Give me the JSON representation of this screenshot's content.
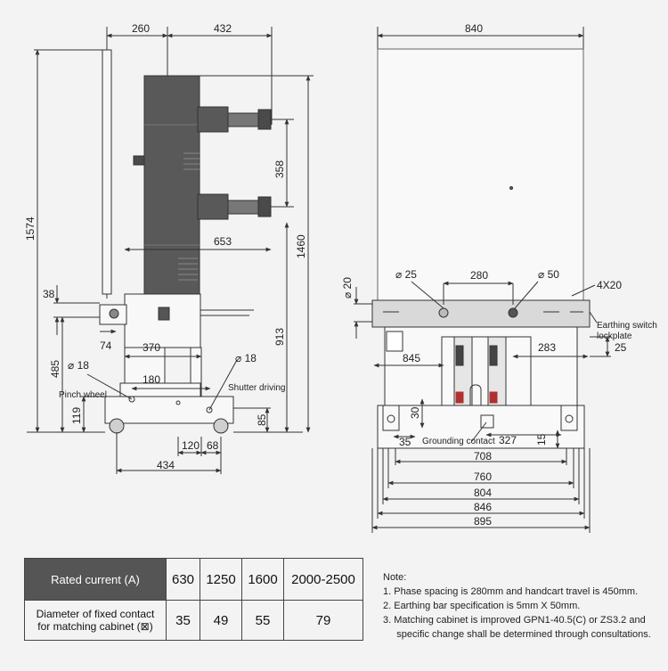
{
  "side_view": {
    "dims": {
      "width_a": "260",
      "width_b": "432",
      "height_total": "1574",
      "height_1460": "1460",
      "pole_spacing": "358",
      "reach": "653",
      "height_913": "913",
      "height_485": "485",
      "d38": "38",
      "d74": "74",
      "d370": "370",
      "d180": "180",
      "d119": "119",
      "d85": "85",
      "d120": "120",
      "d68": "68",
      "d434": "434",
      "hole_a": "18",
      "hole_b": "18"
    },
    "labels": {
      "pinch_wheel": "Pinch wheel",
      "shutter_driving": "Shutter driving"
    }
  },
  "front_view": {
    "dims": {
      "width_840": "840",
      "hole_25": "25",
      "d280": "280",
      "hole_50": "50",
      "d20": "20",
      "d4x20": "4X20",
      "d25": "25",
      "d845": "845",
      "d283": "283",
      "d30": "30",
      "d35": "35",
      "d327": "327",
      "d15": "15",
      "d708": "708",
      "d760": "760",
      "d804": "804",
      "d846": "846",
      "d895": "895"
    },
    "labels": {
      "earthing_switch_1": "Earthing switch",
      "earthing_switch_2": "lockplate",
      "grounding_contact": "Grounding contact"
    }
  },
  "table": {
    "rated_current_label": "Rated current (A)",
    "currents": [
      "630",
      "1250",
      "1600",
      "2000-2500"
    ],
    "diameter_label_1": "Diameter of fixed contact",
    "diameter_label_2": "for matching cabinet (⊠)",
    "diameters": [
      "35",
      "49",
      "55",
      "79"
    ]
  },
  "notes": {
    "title": "Note:",
    "items": [
      "1.  Phase spacing is 280mm and handcart travel is 450mm.",
      "2.  Earthing bar specification is 5mm X 50mm.",
      "3.  Matching cabinet is improved GPN1-40.5(C) or ZS3.2 and",
      "     specific change shall be determined through consultations."
    ]
  },
  "colors": {
    "body": "#595959",
    "body_dark": "#4a4a4a",
    "line": "#333333",
    "background": "#f3f3f3"
  }
}
